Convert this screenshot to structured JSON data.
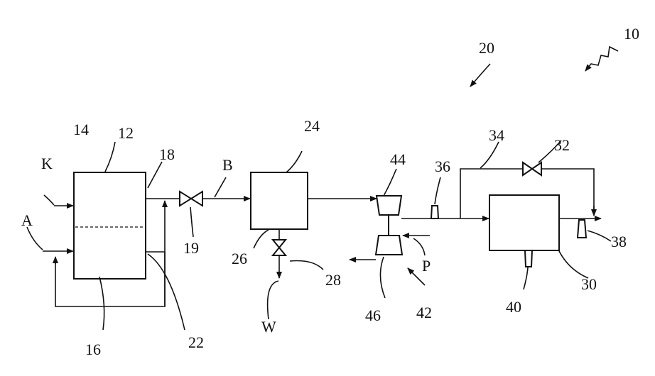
{
  "labels": {
    "system": "10",
    "subsystem": "20",
    "vessel": "12",
    "upper_part": "14",
    "lower_part": "16",
    "vessel_outlet": "18",
    "valve_19": "19",
    "return_line": "22",
    "separator": "24",
    "separator_outlet": "26",
    "drain_valve": "28",
    "fuel_cell": "30",
    "bypass_valve": "32",
    "bypass_line": "34",
    "sensor_36": "36",
    "sensor_38": "38",
    "sensor_40": "40",
    "turbocharger": "42",
    "compressor": "44",
    "turbine": "46"
  },
  "streams": {
    "K": "K",
    "A": "A",
    "B": "B",
    "W": "W",
    "P": "P"
  }
}
